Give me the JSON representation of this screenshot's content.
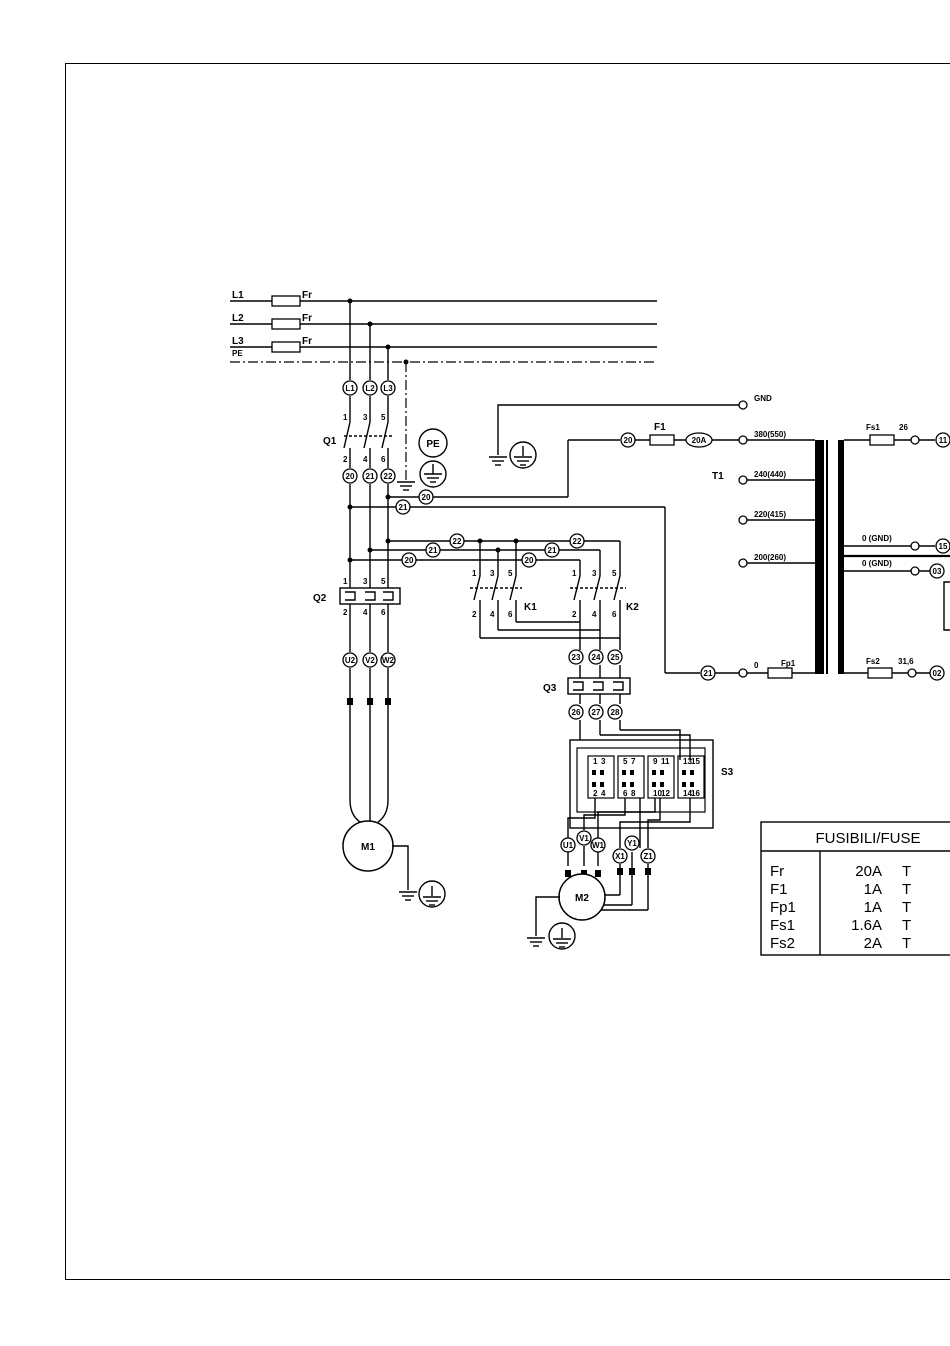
{
  "lines": [
    {
      "name": "L1",
      "fuse": "Fr"
    },
    {
      "name": "L2",
      "fuse": "Fr"
    },
    {
      "name": "L3",
      "fuse": "Fr"
    }
  ],
  "pe_label": "PE",
  "pe_symbol": "PE",
  "components": {
    "q1": "Q1",
    "q2": "Q2",
    "q3": "Q3",
    "k1": "K1",
    "k2": "K2",
    "s3": "S3",
    "m1": "M1",
    "m2": "M2",
    "t1": "T1",
    "f1": "F1",
    "f1_rating": "20A",
    "fp1": "Fp1",
    "fs1": "Fs1",
    "fs2": "Fs2"
  },
  "q1_terminals": {
    "top": [
      "1",
      "3",
      "5"
    ],
    "bottom": [
      "2",
      "4",
      "6"
    ]
  },
  "q2_terminals": {
    "top": [
      "1",
      "3",
      "5"
    ],
    "bottom": [
      "2",
      "4",
      "6"
    ]
  },
  "k1_terminals": {
    "top": [
      "1",
      "3",
      "5"
    ],
    "bottom": [
      "2",
      "4",
      "6"
    ]
  },
  "k2_terminals": {
    "top": [
      "1",
      "3",
      "5"
    ],
    "bottom": [
      "2",
      "4",
      "6"
    ]
  },
  "wire_numbers": {
    "l1": "L1",
    "l2": "L2",
    "l3": "L3",
    "w20": "20",
    "w21": "21",
    "w22": "22",
    "w23": "23",
    "w24": "24",
    "w25": "25",
    "w26": "26",
    "w27": "27",
    "w28": "28",
    "u2": "U2",
    "v2": "V2",
    "w2": "W2",
    "u1": "U1",
    "v1": "V1",
    "w1": "W1",
    "x1": "X1",
    "y1": "Y1",
    "z1": "Z1",
    "r11": "11",
    "r15": "15",
    "r03": "03",
    "r02": "02"
  },
  "s3_contacts": {
    "top": [
      "1",
      "3",
      "5",
      "7",
      "9",
      "11",
      "13",
      "15"
    ],
    "bottom": [
      "2",
      "4",
      "6",
      "8",
      "10",
      "12",
      "14",
      "16"
    ]
  },
  "transformer": {
    "gnd": "GND",
    "taps": [
      "380(550)",
      "240(440)",
      "220(415)",
      "200(260)"
    ],
    "zero": "0",
    "sec_zero_1": "0 (GND)",
    "sec_zero_2": "0 (GND)",
    "sec_voltage_1": "26",
    "sec_voltage_2": "31,6"
  },
  "fuse_table": {
    "title": "FUSIBILI/FUSE",
    "rows": [
      {
        "name": "Fr",
        "value": "20A",
        "type": "T"
      },
      {
        "name": "F1",
        "value": "1A",
        "type": "T"
      },
      {
        "name": "Fp1",
        "value": "1A",
        "type": "T"
      },
      {
        "name": "Fs1",
        "value": "1.6A",
        "type": "T"
      },
      {
        "name": "Fs2",
        "value": "2A",
        "type": "T"
      }
    ]
  }
}
